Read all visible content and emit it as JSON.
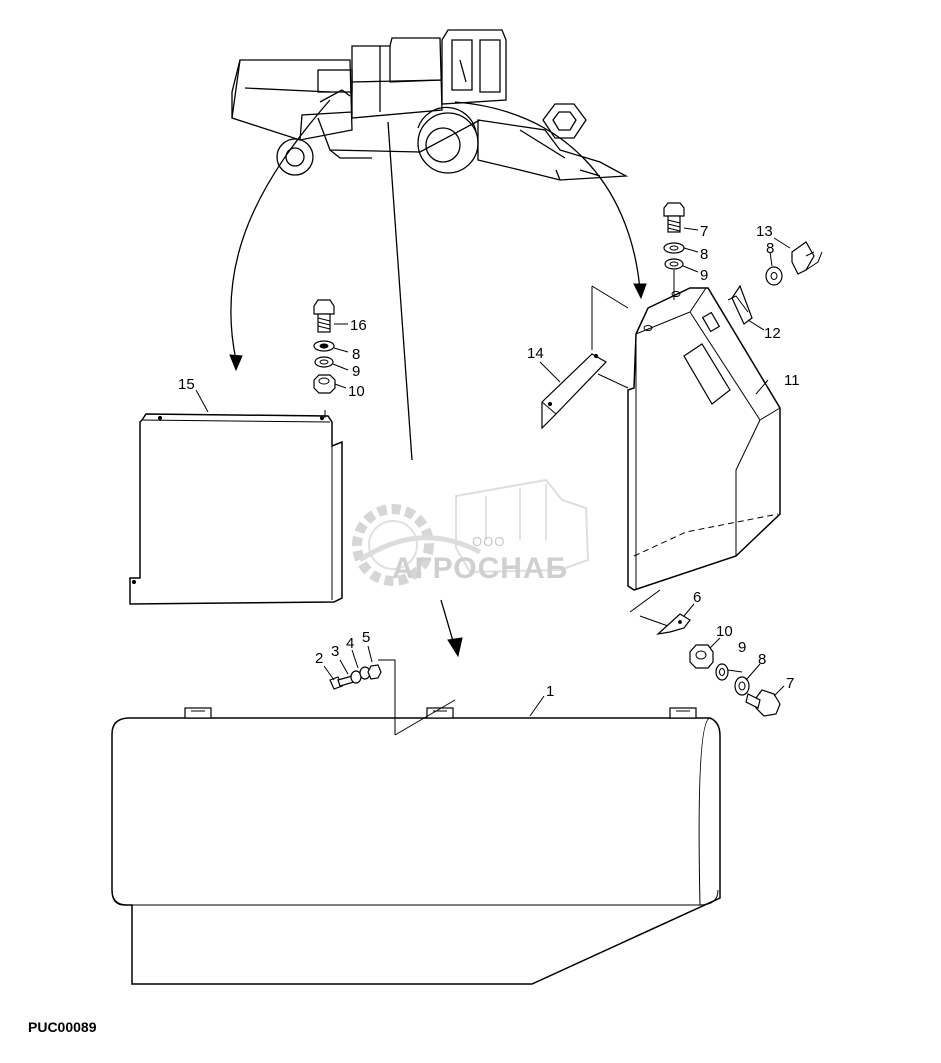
{
  "diagram": {
    "code": "PUC00089",
    "callouts": {
      "c1": "1",
      "c2": "2",
      "c3": "3",
      "c4": "4",
      "c5": "5",
      "c6": "6",
      "c7a": "7",
      "c7b": "7",
      "c8a": "8",
      "c8b": "8",
      "c8c": "8",
      "c8d": "8",
      "c9a": "9",
      "c9b": "9",
      "c9c": "9",
      "c10a": "10",
      "c10b": "10",
      "c11": "11",
      "c12": "12",
      "c13": "13",
      "c14": "14",
      "c15": "15",
      "c16": "16"
    }
  },
  "watermark": {
    "sub": "ООО",
    "main": "АГРОСНАБ"
  }
}
